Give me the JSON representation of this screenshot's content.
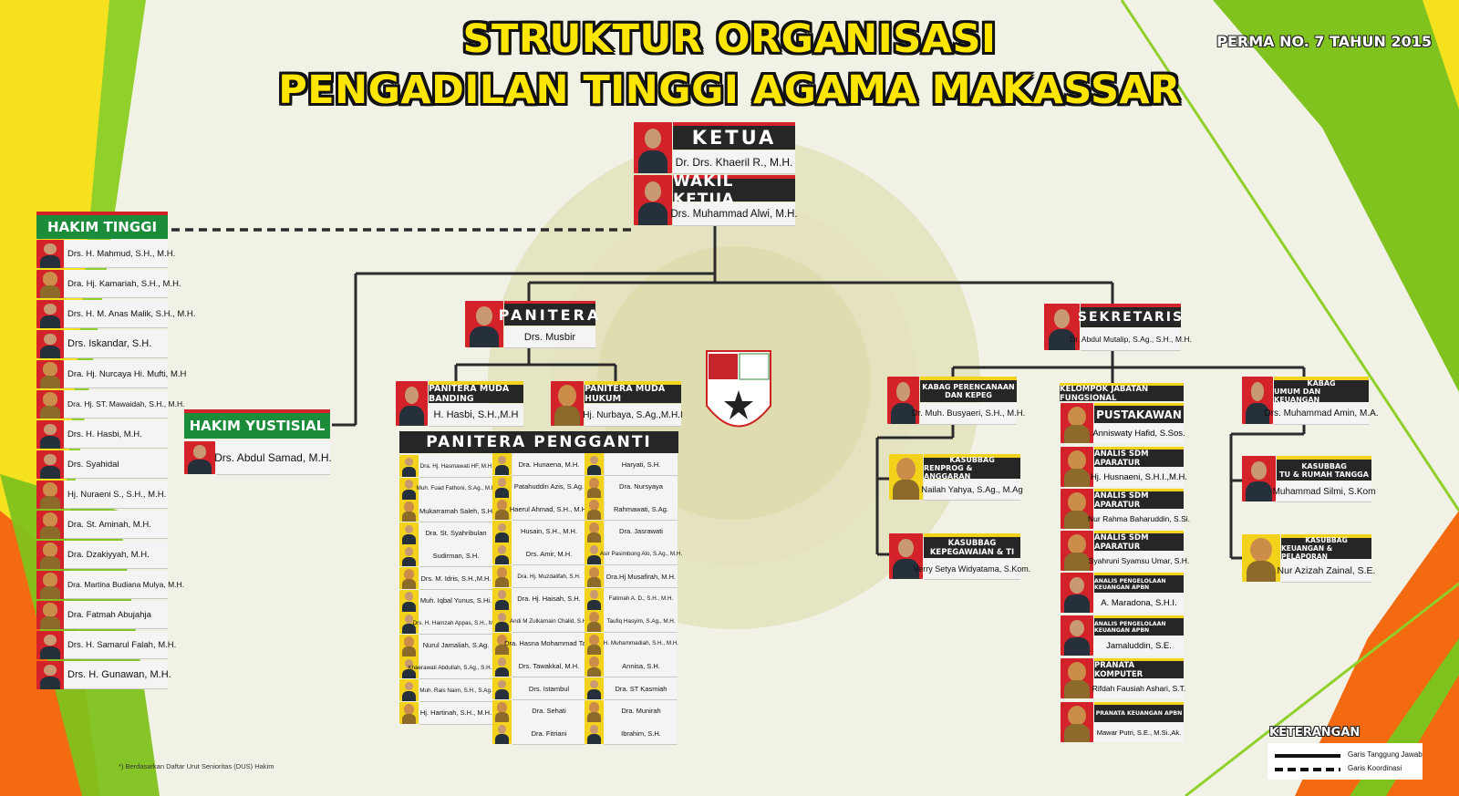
{
  "title_line1": "STRUKTUR ORGANISASI",
  "title_line2": "PENGADILAN TINGGI AGAMA MAKASSAR",
  "perma": "PERMA NO. 7 TAHUN 2015",
  "ketua": {
    "label": "KETUA",
    "name": "Dr. Drs. Khaeril R., M.H."
  },
  "wakil_ketua": {
    "label": "WAKIL KETUA",
    "name": "Drs. Muhammad Alwi, M.H."
  },
  "hakim_tinggi": {
    "label": "HAKIM TINGGI",
    "members": [
      "Drs. H. Mahmud, S.H., M.H.",
      "Dra. Hj. Kamariah, S.H., M.H.",
      "Drs. H. M. Anas Malik, S.H., M.H.",
      "Drs. Iskandar, S.H.",
      "Dra. Hj. Nurcaya Hi. Mufti, M.H",
      "Dra. Hj. ST. Mawaidah, S.H., M.H.",
      "Drs. H. Hasbi, M.H.",
      "Drs. Syahidal",
      "Hj. Nuraeni S., S.H., M.H.",
      "Dra. St. Aminah, M.H.",
      "Dra. Dzakiyyah, M.H.",
      "Dra. Martina Budiana Mulya, M.H.",
      "Dra. Fatmah Abujahja",
      "Drs. H. Samarul Falah, M.H.",
      "Drs. H. Gunawan, M.H."
    ]
  },
  "hakim_yustisial": {
    "label": "HAKIM YUSTISIAL",
    "name": "Drs. Abdul Samad, M.H."
  },
  "panitera": {
    "label": "PANITERA",
    "name": "Drs. Musbir"
  },
  "panitera_muda_banding": {
    "label": "PANITERA MUDA BANDING",
    "name": "H. Hasbi, S.H.,M.H"
  },
  "panitera_muda_hukum": {
    "label": "PANITERA MUDA HUKUM",
    "name": "Hj. Nurbaya, S.Ag.,M.H.I"
  },
  "panitera_pengganti": {
    "label": "PANITERA PENGGANTI",
    "col1": [
      "Dra. Hj. Hasmawati HF, M.H",
      "Muh. Fuad Fathoni, S.Ag., M.H",
      "Mukarramah Saleh, S.H",
      "Dra. St. Syahribulan",
      "Sudirman, S.H.",
      "Drs. M. Idris, S.H.,M.H.",
      "Muh. Iqbal Yunus, S.Hi.",
      "Drs. H. Hamzah Appas, S.H., M.H",
      "Nurul Jamaliah, S.Ag.",
      "Khaerawati Abdullah, S.Ag., S.H. M.H",
      "Muh. Rais Naim, S.H., S.Ag.",
      "Hj. Hartinah, S.H., M.H."
    ],
    "col2": [
      "Dra. Hunaena, M.H.",
      "Patahuddin Azis, S.Ag.",
      "Haerul Ahmad, S.H., M.H.",
      "Husain, S.H., M.H.",
      "Drs. Amir, M.H.",
      "Dra. Hj. Muzdalifah, S.H.",
      "Dra. Hj. Haisah, S.H.",
      "Andi M Zulkarnain Chalid, S.H.",
      "Dra. Hasna Mohammad Tang",
      "Drs. Tawakkal, M.H.",
      "Drs. Istambul",
      "Dra. Sehati",
      "Dra. Fitriani"
    ],
    "col3": [
      "Haryati, S.H.",
      "Dra. Nursyaya",
      "Rahmawati, S.Ag.",
      "Dra. Jasrawati",
      "Asir Pasimbong Alo, S.Ag., M.H.",
      "Dra.Hj Musafirah, M.H.",
      "Fatimah A. D., S.H., M.H.",
      "Taufiq Hasyim, S.Ag., M.H.",
      "H. Muhammadiah, S.H., M.H.",
      "Annisa, S.H.",
      "Dra. ST Kasmiah",
      "Dra. Munirah",
      "Ibrahim, S.H."
    ]
  },
  "sekretaris": {
    "label": "SEKRETARIS",
    "name": "Dr. Abdul Mutalip, S.Ag., S.H., M.H."
  },
  "kabag_perencanaan": {
    "label_line1": "KABAG PERENCANAAN",
    "label_line2": "DAN KEPEG",
    "name": "Dr. Muh. Busyaeri, S.H., M.H."
  },
  "kasubbag_renprog": {
    "label_line1": "KASUBBAG",
    "label_line2": "RENPROG & ANGGARAN",
    "name": "Nailah Yahya, S.Ag., M.Ag"
  },
  "kasubbag_kepegawaian": {
    "label_line1": "KASUBBAG",
    "label_line2": "KEPEGAWAIAN & TI",
    "name": "Verry Setya Widyatama, S.Kom."
  },
  "kelompok_fungsional": {
    "label": "KELOMPOK JABATAN FUNGSIONAL",
    "members": [
      {
        "role": "PUSTAKAWAN",
        "name": "Anniswaty Hafid, S.Sos."
      },
      {
        "role": "ANALIS SDM APARATUR",
        "name": "Hj. Husnaeni, S.H.I.,M.H."
      },
      {
        "role": "ANALIS SDM APARATUR",
        "name": "Nur Rahma Baharuddin, S.Si."
      },
      {
        "role": "ANALIS SDM APARATUR",
        "name": "Syahruni Syamsu Umar, S.H."
      },
      {
        "role": "ANALIS PENGELOLAAN KEUANGAN APBN",
        "name": "A. Maradona, S.H.I."
      },
      {
        "role": "ANALIS PENGELOLAAN KEUANGAN APBN",
        "name": "Jamaluddin, S.E."
      },
      {
        "role": "PRANATA KOMPUTER",
        "name": "Rifdah Fausiah Ashari, S.T."
      },
      {
        "role": "PRANATA KEUANGAN APBN",
        "name": "Mawar Putri, S.E., M.Si.,Ak."
      }
    ]
  },
  "kabag_umum": {
    "label_line1": "KABAG",
    "label_line2": "UMUM DAN KEUANGAN",
    "name": "Drs. Muhammad Amin, M.A."
  },
  "kasubbag_tu": {
    "label_line1": "KASUBBAG",
    "label_line2": "TU & RUMAH TANGGA",
    "name": "Muhammad Silmi, S.Kom"
  },
  "kasubbag_keuangan": {
    "label_line1": "KASUBBAG",
    "label_line2": "KEUANGAN & PELAPORAN",
    "name": "Nur Azizah Zainal, S.E."
  },
  "legend": {
    "title": "KETERANGAN",
    "solid": "Garis Tanggung Jawab",
    "dashed": "Garis Koordinasi"
  },
  "footnote": "*) Berdasarkan Daftar Urut Senioritas (DUS) Hakim",
  "colors": {
    "yellow": "#f2d21a",
    "green": "#1b8d3a",
    "red": "#d3222a",
    "dark": "#262626",
    "orange": "#f25c12"
  }
}
